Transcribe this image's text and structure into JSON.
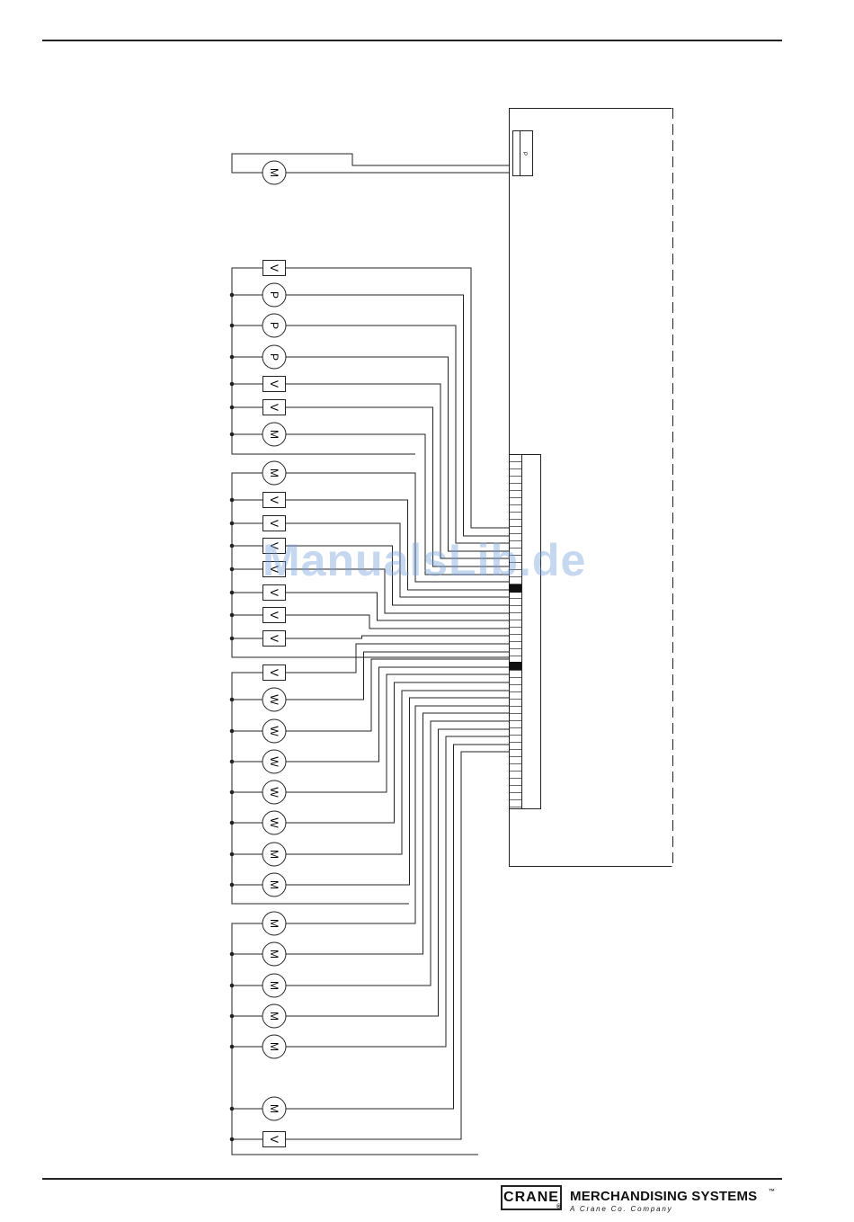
{
  "diagram": {
    "motor_top": "M",
    "connector_top_label": "P",
    "group_1": [
      "V",
      "P",
      "P",
      "P",
      "V",
      "V",
      "M"
    ],
    "group_2": [
      "M",
      "V",
      "V",
      "V",
      "V",
      "V",
      "V",
      "V"
    ],
    "group_3": [
      "V",
      "W",
      "W",
      "W",
      "W",
      "W",
      "M",
      "M"
    ],
    "group_4": [
      "M",
      "M",
      "M",
      "M",
      "M",
      "M",
      "V"
    ]
  },
  "watermark": "ManualsLib.de",
  "footer": {
    "brand": "CRANE",
    "registered": "®",
    "division": "MERCHANDISING SYSTEMS",
    "trademark": "™",
    "tagline": "A Crane Co. Company"
  }
}
